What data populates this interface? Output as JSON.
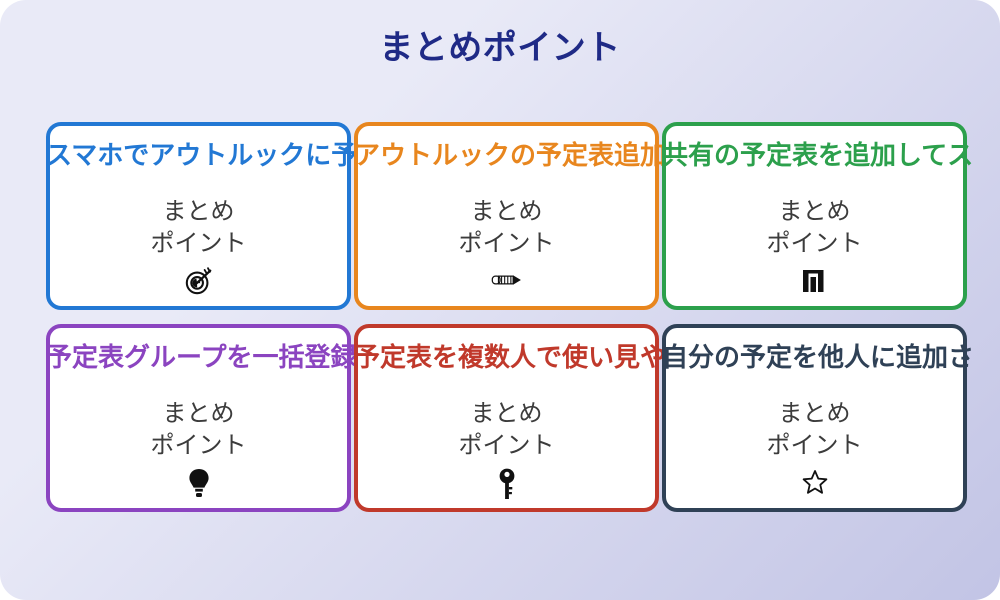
{
  "slide": {
    "title": "まとめポイント",
    "title_color": "#1f2a86",
    "background_from": "#e9eaf7",
    "background_to": "#c2c4e5"
  },
  "cards": [
    {
      "title": "スマホでアウトルックに予",
      "body_line1": "まとめ",
      "body_line2": "ポイント",
      "icon": "dart-target-icon",
      "color": "#2278d4"
    },
    {
      "title": "アウトルックの予定表追加",
      "body_line1": "まとめ",
      "body_line2": "ポイント",
      "icon": "pencil-icon",
      "color": "#e8861e"
    },
    {
      "title": "共有の予定表を追加してス",
      "body_line1": "まとめ",
      "body_line2": "ポイント",
      "icon": "bar-chart-icon",
      "color": "#2ca04c"
    },
    {
      "title": "予定表グループを一括登録",
      "body_line1": "まとめ",
      "body_line2": "ポイント",
      "icon": "lightbulb-icon",
      "color": "#8b44c0"
    },
    {
      "title": "予定表を複数人で使い見や",
      "body_line1": "まとめ",
      "body_line2": "ポイント",
      "icon": "key-icon",
      "color": "#c0392b"
    },
    {
      "title": "自分の予定を他人に追加さ",
      "body_line1": "まとめ",
      "body_line2": "ポイント",
      "icon": "star-icon",
      "color": "#2f4156"
    }
  ]
}
